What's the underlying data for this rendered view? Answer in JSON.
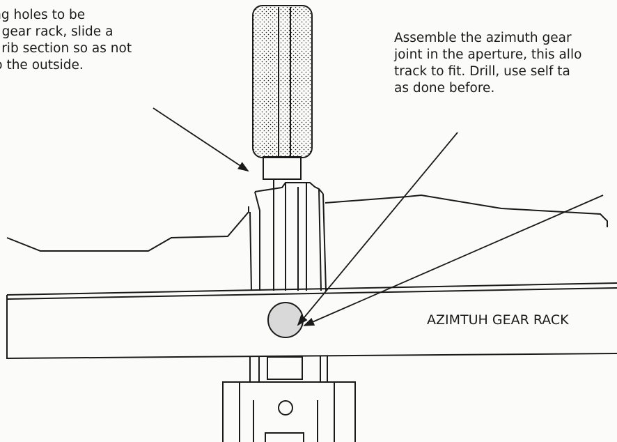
{
  "annotations": {
    "left_note": [
      "ing holes to be",
      "n gear rack, slide a",
      "o rib section so as not",
      "to the outside."
    ],
    "right_note": [
      "Assemble the azimuth gear",
      "joint in the aperture, this allo",
      "track to fit.  Drill, use self ta",
      "as done before."
    ]
  },
  "labels": {
    "rack": "AZIMTUH GEAR RACK"
  },
  "colors": {
    "line": "#1a1a1a",
    "paper": "#fbfbfa",
    "bolt_fill": "#d9d9d9"
  }
}
